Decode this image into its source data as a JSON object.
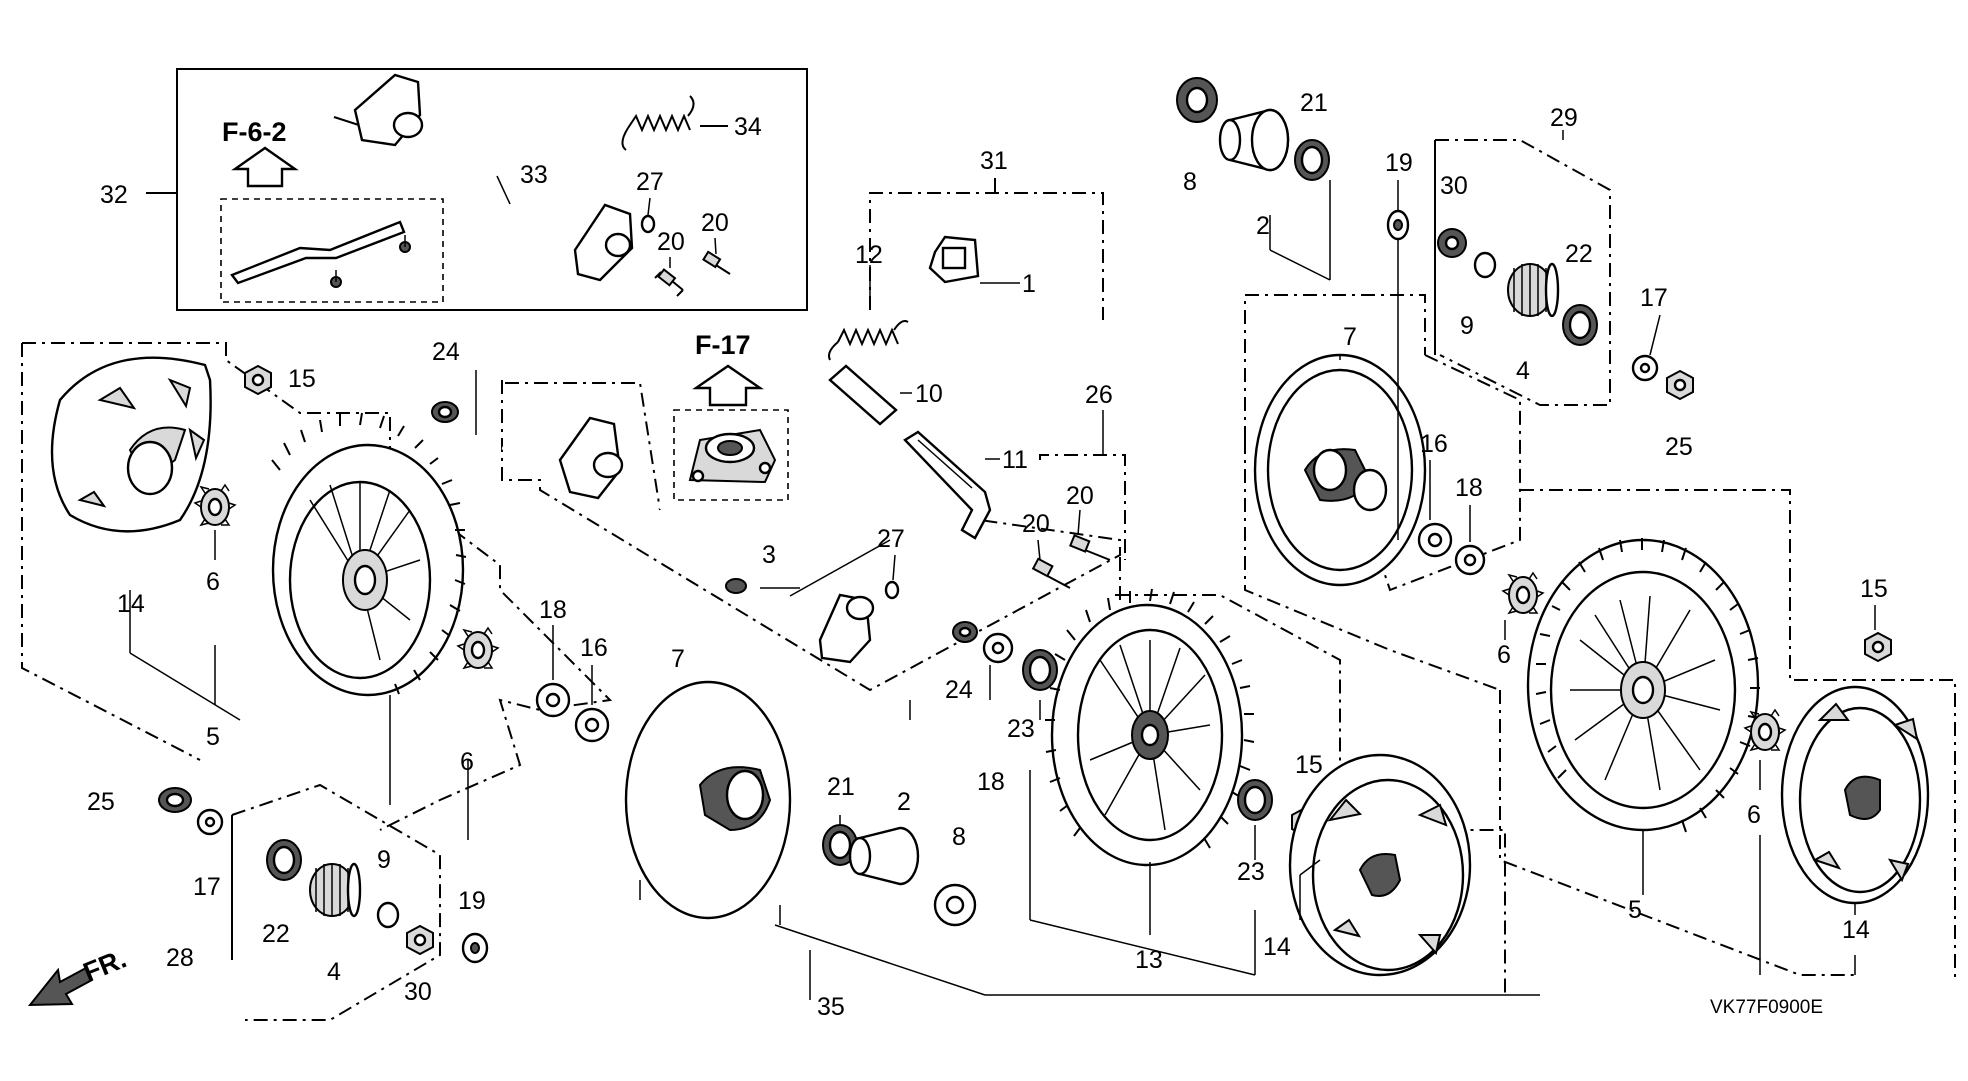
{
  "references": {
    "f62": "F-6-2",
    "f17": "F-17",
    "front": "FR."
  },
  "diagram_code": "VK77F0900E",
  "labels": {
    "l32": "32",
    "l33": "33",
    "l34": "34",
    "l27a": "27",
    "l20a": "20",
    "l20b": "20",
    "l31": "31",
    "l12": "12",
    "l1": "1",
    "l10": "10",
    "l11": "11",
    "l26": "26",
    "l20c": "20",
    "l20d": "20",
    "l27b": "27",
    "l3": "3",
    "l24a": "24",
    "l15a": "15",
    "l14a": "14",
    "l6a": "6",
    "l5a": "5",
    "l6b": "6",
    "l18a": "18",
    "l16a": "16",
    "l7a": "7",
    "l25a": "25",
    "l17a": "17",
    "l22a": "22",
    "l4a": "4",
    "l9a": "9",
    "l30a": "30",
    "l28": "28",
    "l19a": "19",
    "l21a": "21",
    "l2a": "2",
    "l8a": "8",
    "l35": "35",
    "l24b": "24",
    "l18b": "18",
    "l23a": "23",
    "l23b": "23",
    "l13": "13",
    "l15b": "15",
    "l14b": "14",
    "l8b": "8",
    "l2b": "2",
    "l21b": "21",
    "l19b": "19",
    "l30b": "30",
    "l29": "29",
    "l22b": "22",
    "l9b": "9",
    "l4b": "4",
    "l17b": "17",
    "l25b": "25",
    "l7b": "7",
    "l16b": "16",
    "l18c": "18",
    "l6c": "6",
    "l15c": "15",
    "l6d": "6",
    "l5b": "5",
    "l14c": "14"
  }
}
